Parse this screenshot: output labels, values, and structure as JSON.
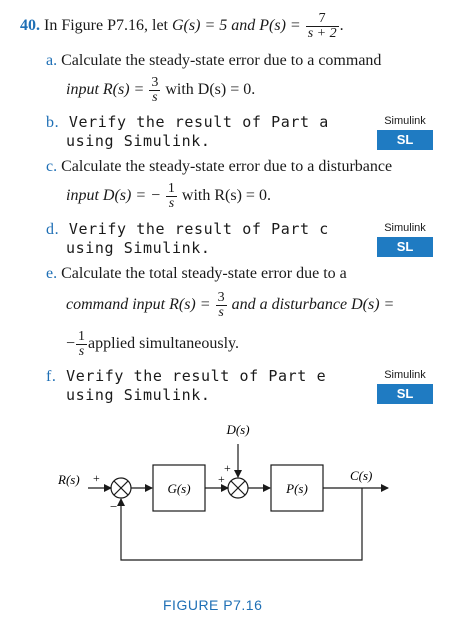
{
  "problem": {
    "number": "40.",
    "stem_prefix": "In Figure P7.16, let",
    "stem_g": "G(s) = 5 and P(s) =",
    "p_num": "7",
    "p_den": "s + 2",
    "stem_end": "."
  },
  "parts": {
    "a": {
      "label": "a.",
      "line1": "Calculate the steady-state error due to a command",
      "input_pre": "input R(s) =",
      "f_num": "3",
      "f_den": "s",
      "input_post": "with D(s) = 0."
    },
    "b": {
      "label": "b.",
      "line1": "Verify the result of Part a",
      "line2": "using Simulink."
    },
    "c": {
      "label": "c.",
      "line1": "Calculate the steady-state error due to a disturbance",
      "input_pre": "input D(s) = −",
      "f_num": "1",
      "f_den": "s",
      "input_post": "with R(s) = 0."
    },
    "d": {
      "label": "d.",
      "line1": "Verify the result of Part c",
      "line2": "using Simulink."
    },
    "e": {
      "label": "e.",
      "line1": "Calculate the total steady-state error due to a",
      "line2_pre": "command input R(s) =",
      "f_num": "3",
      "f_den": "s",
      "line2_post": "and a disturbance D(s) =",
      "line3_pre": "−",
      "f2_num": "1",
      "f2_den": "s",
      "line3_post": "applied simultaneously."
    },
    "f": {
      "label": "f.",
      "line1": "Verify the result of Part e",
      "line2": "using Simulink."
    }
  },
  "simulink_tag": {
    "text": "Simulink",
    "badge": "SL"
  },
  "diagram": {
    "input_label": "R(s)",
    "disturbance_label": "D(s)",
    "output_label": "C(s)",
    "block1": "G(s)",
    "block2": "P(s)",
    "sum1_plus": "+",
    "sum1_minus": "−",
    "sum2_plus_top": "+",
    "sum2_plus_left": "+",
    "caption": "FIGURE P7.16"
  },
  "colors": {
    "accent": "#1e6fb5",
    "badge": "#1f7bc2"
  }
}
